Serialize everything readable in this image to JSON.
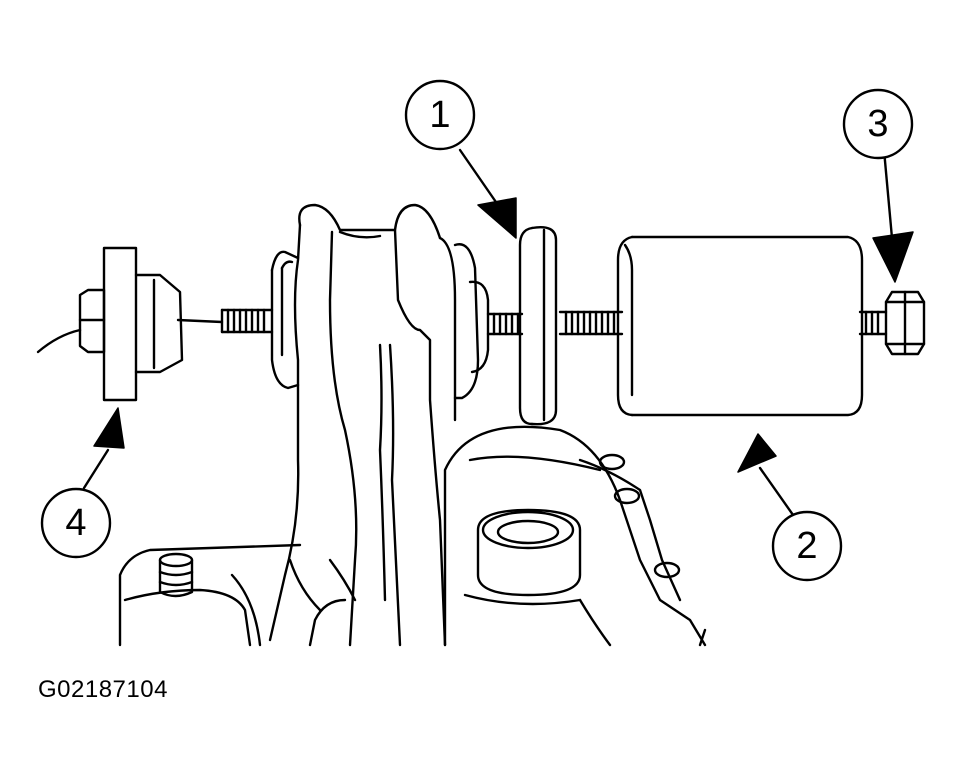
{
  "figure": {
    "id_label": "G02187104"
  },
  "callouts": [
    {
      "number": "1",
      "part": "washer"
    },
    {
      "number": "2",
      "part": "receiver-cup"
    },
    {
      "number": "3",
      "part": "forcing-screw-nut"
    },
    {
      "number": "4",
      "part": "bushing-installer"
    }
  ],
  "colors": {
    "line": "#000000",
    "background": "#ffffff"
  }
}
